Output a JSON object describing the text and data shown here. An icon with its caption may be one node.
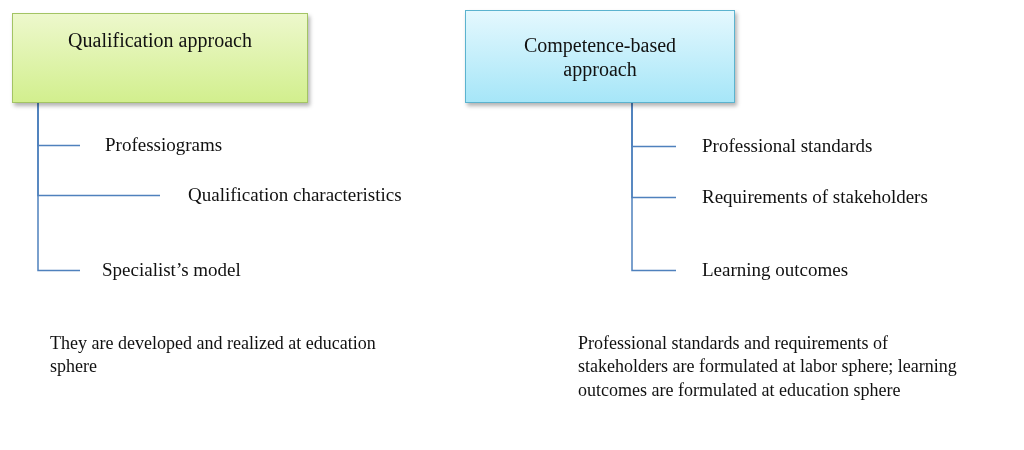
{
  "diagram": {
    "nodes": [
      {
        "text": [
          "Qualification approach"
        ]
      },
      {
        "text": [
          "Professiograms"
        ]
      },
      {
        "text": [
          "Qualification characteristics"
        ]
      },
      {
        "text": [
          "Specialist’s model"
        ]
      },
      {
        "text": [
          "Competence-based approach"
        ]
      },
      {
        "text": [
          "Professional standards"
        ]
      },
      {
        "text": [
          "Requirements of stakeholders"
        ]
      },
      {
        "text": [
          "Learning outcomes"
        ]
      }
    ],
    "edges": [
      {
        "from": 0,
        "to": 1,
        "arrow": "none"
      },
      {
        "from": 0,
        "to": 2,
        "arrow": "none"
      },
      {
        "from": 0,
        "to": 3,
        "arrow": "none"
      },
      {
        "from": 4,
        "to": 5,
        "arrow": "none"
      },
      {
        "from": 4,
        "to": 6,
        "arrow": "none"
      },
      {
        "from": 4,
        "to": 7,
        "arrow": "none"
      }
    ],
    "labels": [
      "They are developed and realized at education sphere",
      "Professional standards and requirements of stakeholders are formulated at labor sphere; learning outcomes are formulated at education sphere"
    ]
  }
}
